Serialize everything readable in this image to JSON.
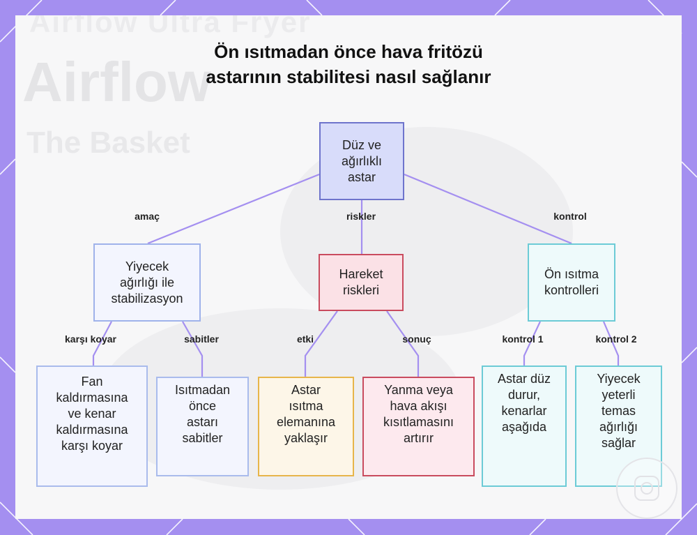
{
  "title": {
    "line1": "Ön ısıtmadan önce hava fritözü",
    "line2": "astarının stabilitesi nasıl sağlanır"
  },
  "nodes": {
    "root": "Düz ve\nağırlıklı\nastar",
    "food_weight": "Yiyecek\nağırlığı ile\nstabilizasyon",
    "movement_risks": "Hareket\nriskleri",
    "preheat_controls": "Ön ısıtma\nkontrolleri",
    "fan_lift": "Fan\nkaldırmasına\nve kenar\nkaldırmasına\nkarşı koyar",
    "fixes_liner": "Isıtmadan\nönce\nastarı\nsabitler",
    "approaches_element": "Astar\nısıtma\nelemanına\nyaklaşır",
    "burn_airflow": "Yanma veya\nhava akışı\nkısıtlamasını\nartırır",
    "liner_flat": "Astar düz\ndurur,\nkenarlar\naşağıda",
    "enough_weight": "Yiyecek\nyeterli\ntemas\nağırlığı\nsağlar"
  },
  "edges": {
    "purpose": "amaç",
    "risks": "riskler",
    "control": "kontrol",
    "counters": "karşı koyar",
    "fixes": "sabitler",
    "effect": "etki",
    "result": "sonuç",
    "control1": "kontrol 1",
    "control2": "kontrol 2"
  },
  "background_text": {
    "top": "Airflow  Ultra  Fryer",
    "big": "Airflow",
    "mid": "The Basket"
  },
  "colors": {
    "frame": "#a48ff0",
    "connector": "#a48ff0",
    "root_fill": "#d8dcfa",
    "movement_border": "#c94b5e",
    "preheat_border": "#6ccbd6",
    "warning_border": "#e7b54a"
  }
}
